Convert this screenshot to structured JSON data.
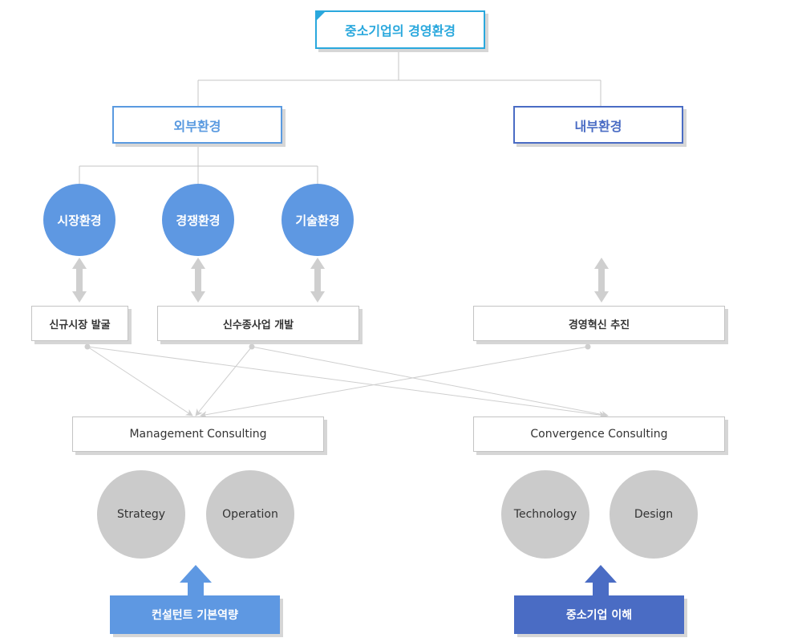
{
  "title": "중소기업의 경영환경",
  "external": {
    "label": "외부환경",
    "environments": [
      "시장환경",
      "경쟁환경",
      "기술환경"
    ]
  },
  "internal": {
    "label": "내부환경"
  },
  "actions": [
    "신규시장 발굴",
    "신수종사업 개발",
    "경영혁신 추진"
  ],
  "consulting": [
    "Management Consulting",
    "Convergence Consulting"
  ],
  "areas": {
    "management": [
      "Strategy",
      "Operation"
    ],
    "convergence": [
      "Technology",
      "Design"
    ]
  },
  "foundations": [
    "컨설턴트 기본역량",
    "중소기업 이해"
  ],
  "colors": {
    "title": "#2aa8dd",
    "external": "#5a9ae0",
    "internal": "#4a6cc4",
    "env_circle": "#5e98e2",
    "gray_circle": "#cbcbcb",
    "foundation_left": "#5e98e2",
    "foundation_right": "#4a6cc4"
  }
}
